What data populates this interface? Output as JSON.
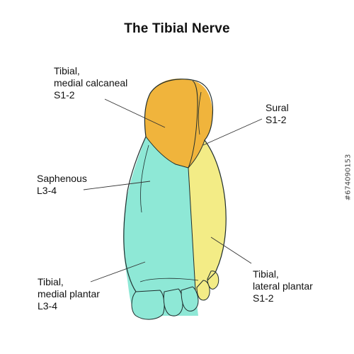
{
  "title": "The Tibial Nerve",
  "labels": {
    "medial_calcaneal": [
      "Tibial,",
      "medial calcaneal",
      "S1-2"
    ],
    "sural": [
      "Sural",
      "S1-2"
    ],
    "saphenous": [
      "Saphenous",
      "L3-4"
    ],
    "medial_plantar": [
      "Tibial,",
      "medial plantar",
      "L3-4"
    ],
    "lateral_plantar": [
      "Tibial,",
      "lateral plantar",
      "S1-2"
    ]
  },
  "regions": {
    "medial_calcaneal": {
      "color": "#f0b43c"
    },
    "sural": {
      "color": "#f0b43c"
    },
    "saphenous": {
      "color": "#8ee8d6"
    },
    "medial_plantar": {
      "color": "#8ee8d6"
    },
    "lateral_plantar": {
      "color": "#f3ec86"
    }
  },
  "watermark": "#674090153"
}
